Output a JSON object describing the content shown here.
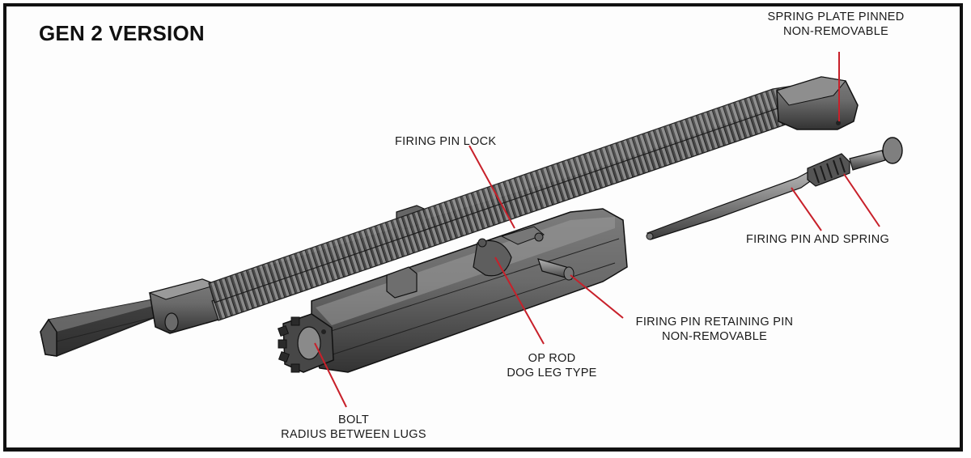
{
  "title": "GEN 2 VERSION",
  "callouts": {
    "spring_plate": {
      "line1": "SPRING PLATE PINNED",
      "line2": "NON-REMOVABLE"
    },
    "firing_pin_lock": {
      "line1": "FIRING PIN LOCK"
    },
    "firing_pin_spring": {
      "line1": "FIRING PIN AND SPRING"
    },
    "retaining_pin": {
      "line1": "FIRING PIN RETAINING PIN",
      "line2": "NON-REMOVABLE"
    },
    "op_rod": {
      "line1": "OP ROD",
      "line2": "DOG LEG TYPE"
    },
    "bolt": {
      "line1": "BOLT",
      "line2": "RADIUS BETWEEN LUGS"
    }
  },
  "colors": {
    "leader": "#c8202a",
    "metal_dark": "#3c3c3c",
    "metal_mid": "#6a6a6a",
    "metal_light": "#9a9a9a",
    "frame": "#111111"
  }
}
